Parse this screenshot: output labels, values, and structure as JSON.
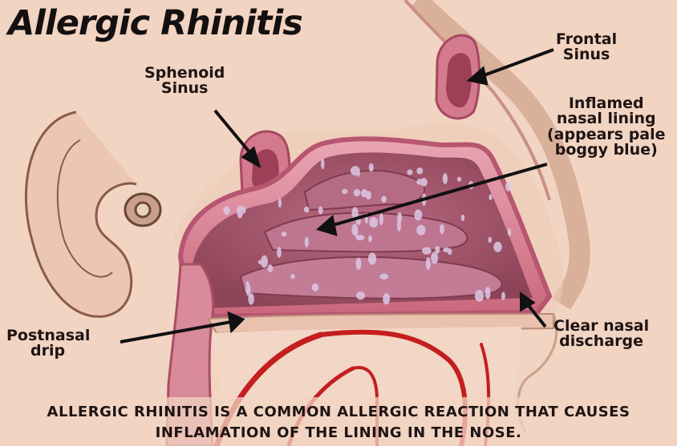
{
  "title": "Allergic Rhinitis",
  "labels": {
    "sphenoid": [
      "Sphenoid",
      "Sinus"
    ],
    "frontal": [
      "Frontal",
      "Sinus"
    ],
    "lining": [
      "Inflamed",
      "nasal lining",
      "(appears pale",
      "boggy blue)"
    ],
    "postnasal": [
      "Postnasal",
      "drip"
    ],
    "discharge": [
      "Clear nasal",
      "discharge"
    ]
  },
  "caption": [
    "ALLERGIC RHINITIS IS A COMMON ALLERGIC REACTION THAT CAUSES",
    "INFLAMATION OF THE LINING IN THE NOSE."
  ],
  "colors": {
    "background": "#f3d6c4",
    "skin": "#f0d2c0",
    "tissue": "#c86e80",
    "lining_bubbles": "#d8c6e4",
    "vessels": "#c41e1e",
    "text": "#1e1414"
  }
}
